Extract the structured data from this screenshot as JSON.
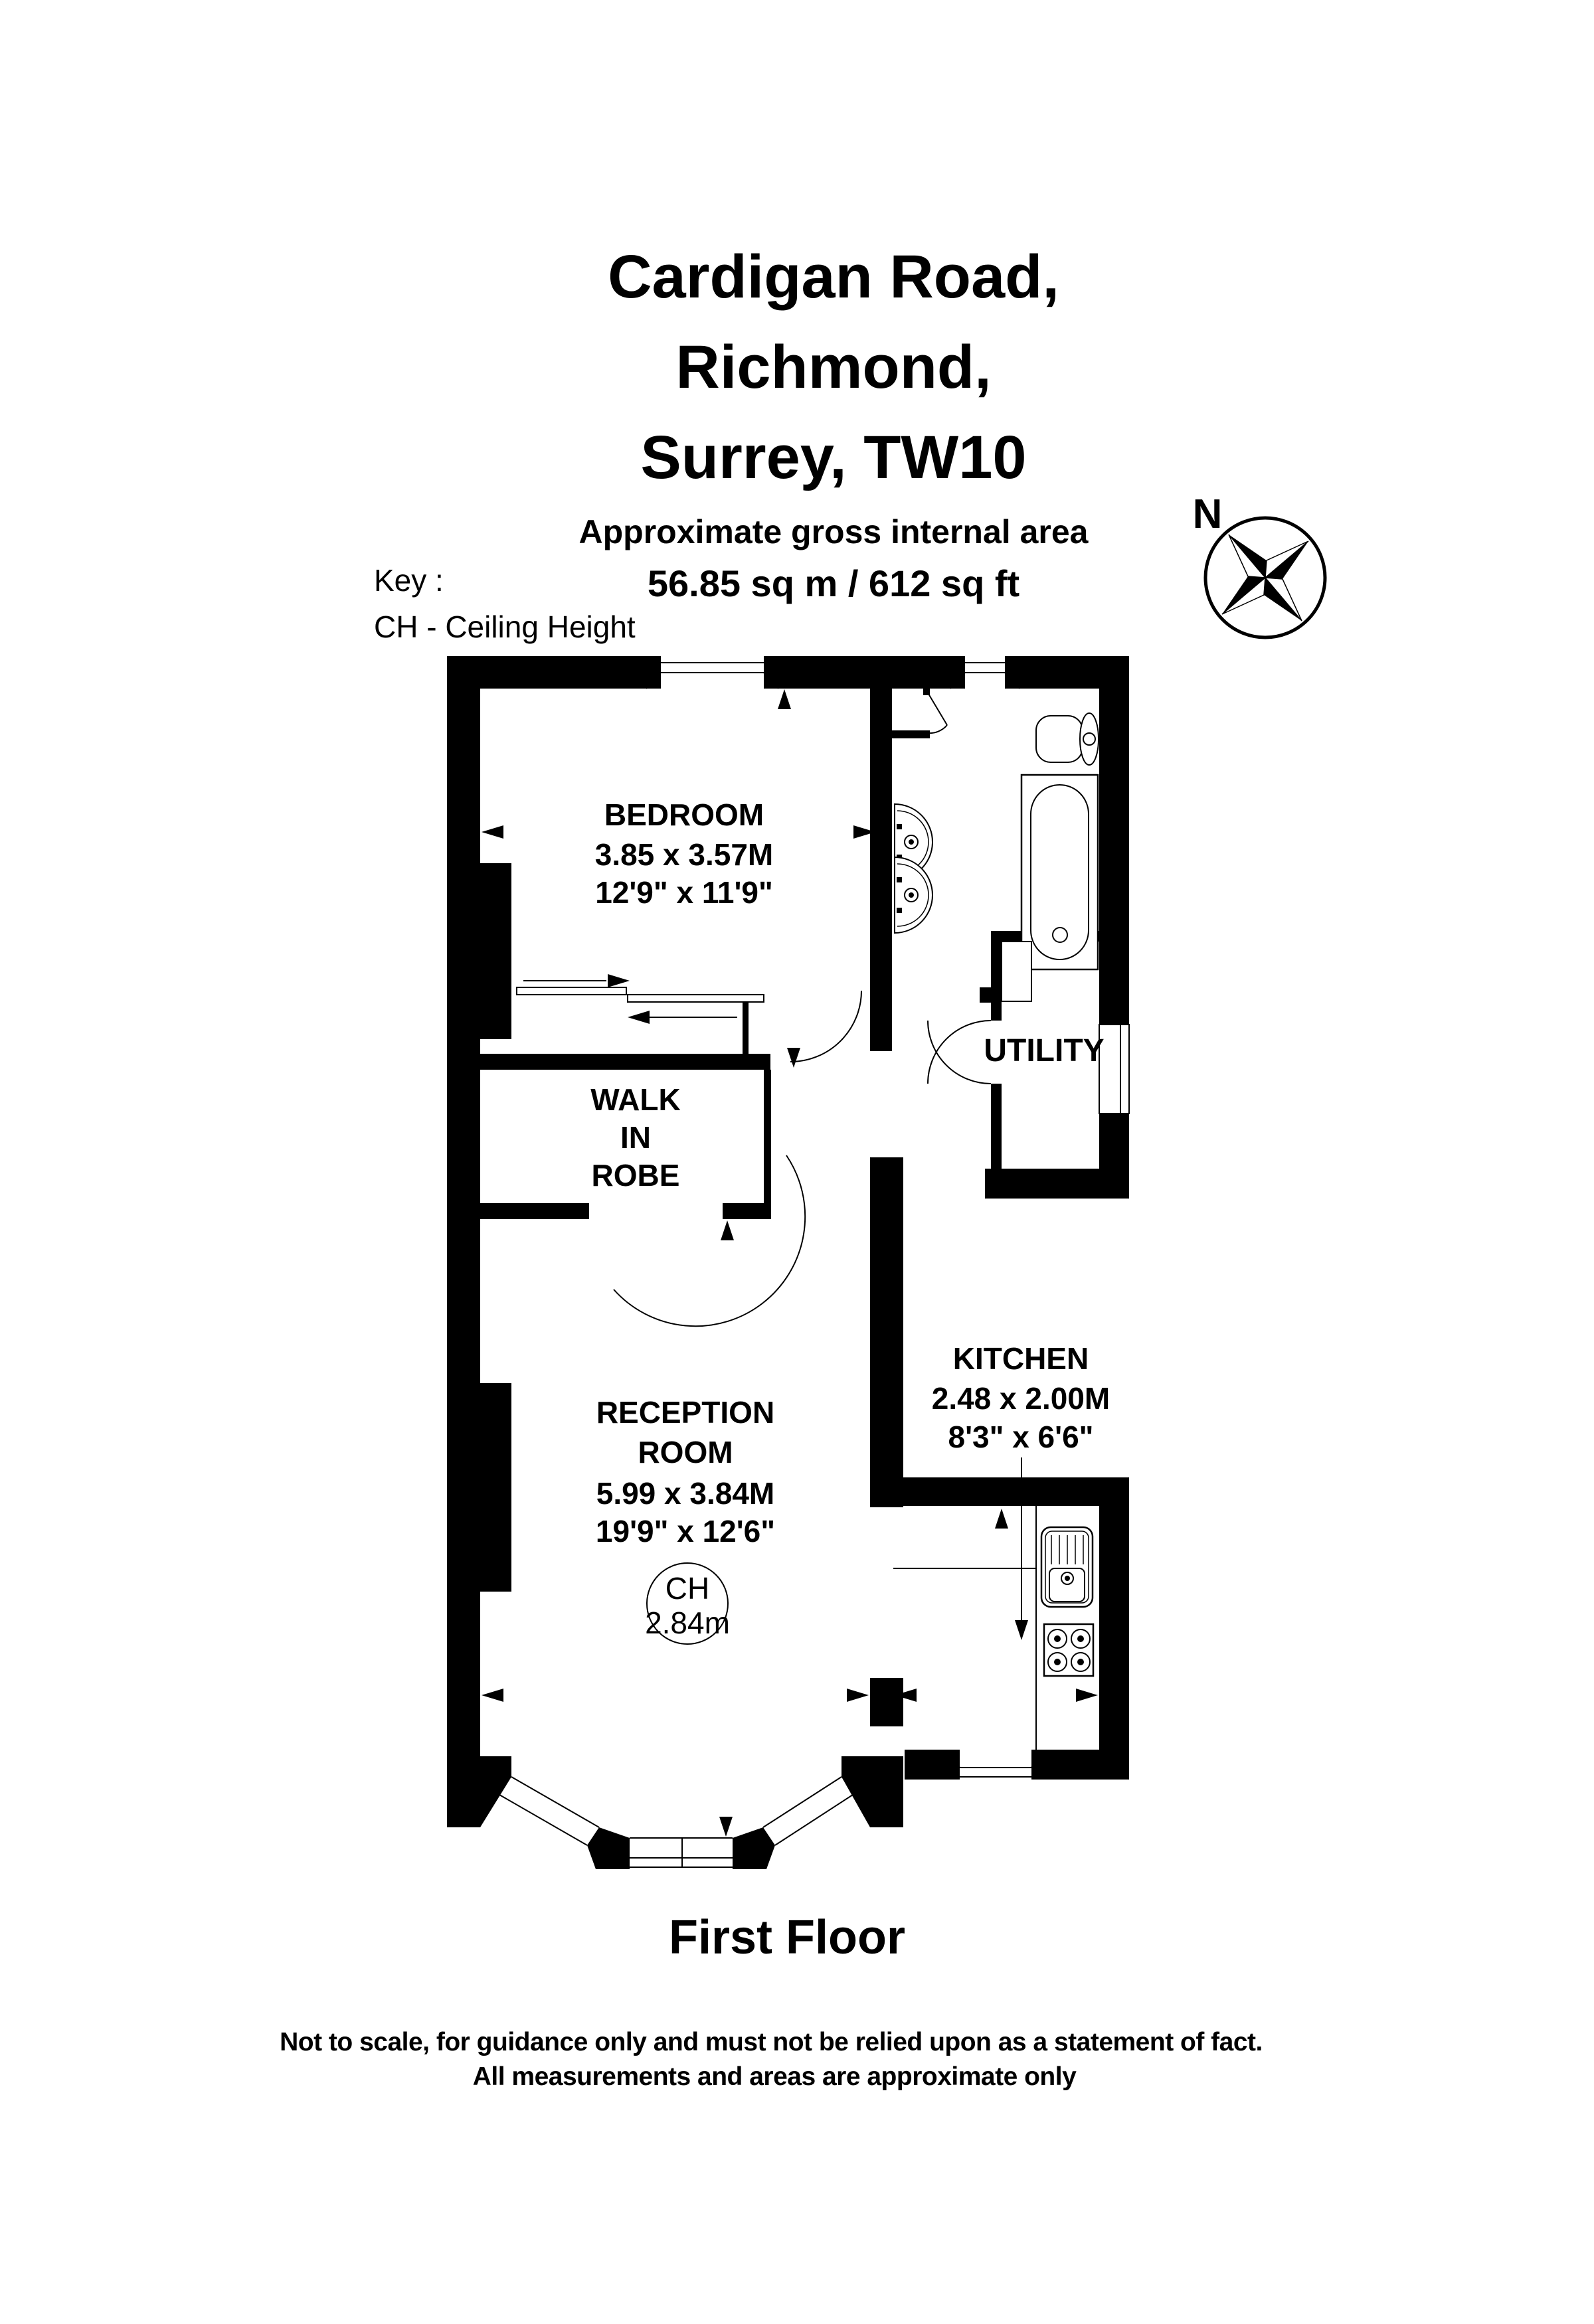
{
  "title": {
    "line1": "Cardigan Road,",
    "line2": "Richmond,",
    "line3": "Surrey, TW10",
    "subtitle": "Approximate gross internal area",
    "area": "56.85 sq m /  612 sq ft"
  },
  "key": {
    "label": "Key :",
    "entry": "CH - Ceiling Height"
  },
  "compass": {
    "north_label": "N"
  },
  "rooms": {
    "bedroom": {
      "name": "BEDROOM",
      "dim_metric": "3.85 x 3.57M",
      "dim_imperial": "12'9\" x 11'9\""
    },
    "walk_in_robe": {
      "line1": "WALK",
      "line2": "IN",
      "line3": "ROBE"
    },
    "utility": {
      "name": "UTILITY"
    },
    "reception": {
      "name_line1": "RECEPTION",
      "name_line2": "ROOM",
      "dim_metric": "5.99 x 3.84M",
      "dim_imperial": "19'9\" x 12'6\"",
      "ceiling_height_label": "CH",
      "ceiling_height_value": "2.84m"
    },
    "kitchen": {
      "name": "KITCHEN",
      "dim_metric": "2.48 x 2.00M",
      "dim_imperial": "8'3\" x 6'6\""
    }
  },
  "floor_label": "First Floor",
  "disclaimer": {
    "line1": "Not to scale, for guidance only and must not be relied upon as a statement of fact.",
    "line2": "All measurements and areas are approximate only"
  },
  "colors": {
    "ink": "#000000",
    "paper": "#ffffff"
  }
}
